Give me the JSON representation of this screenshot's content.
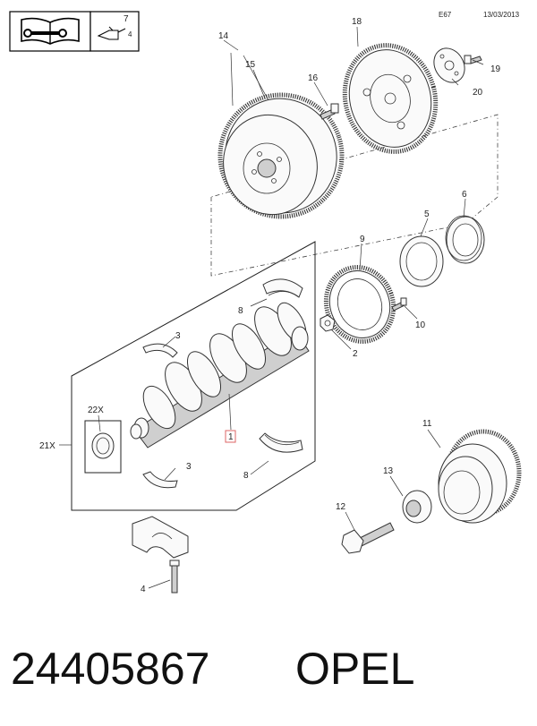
{
  "header": {
    "icon_right_number": "7",
    "code": "E67",
    "date": "13/03/2013"
  },
  "callouts": {
    "c1": "1",
    "c2": "2",
    "c3a": "3",
    "c3b": "3",
    "c4": "4",
    "c5": "5",
    "c6": "6",
    "c8a": "8",
    "c8b": "8",
    "c9": "9",
    "c10": "10",
    "c11": "11",
    "c12": "12",
    "c13": "13",
    "c14": "14",
    "c15": "15",
    "c16": "16",
    "c18": "18",
    "c19": "19",
    "c20": "20",
    "c21x": "21X",
    "c22x": "22X"
  },
  "footer": {
    "part_number": "24405867",
    "brand": "OPEL"
  }
}
